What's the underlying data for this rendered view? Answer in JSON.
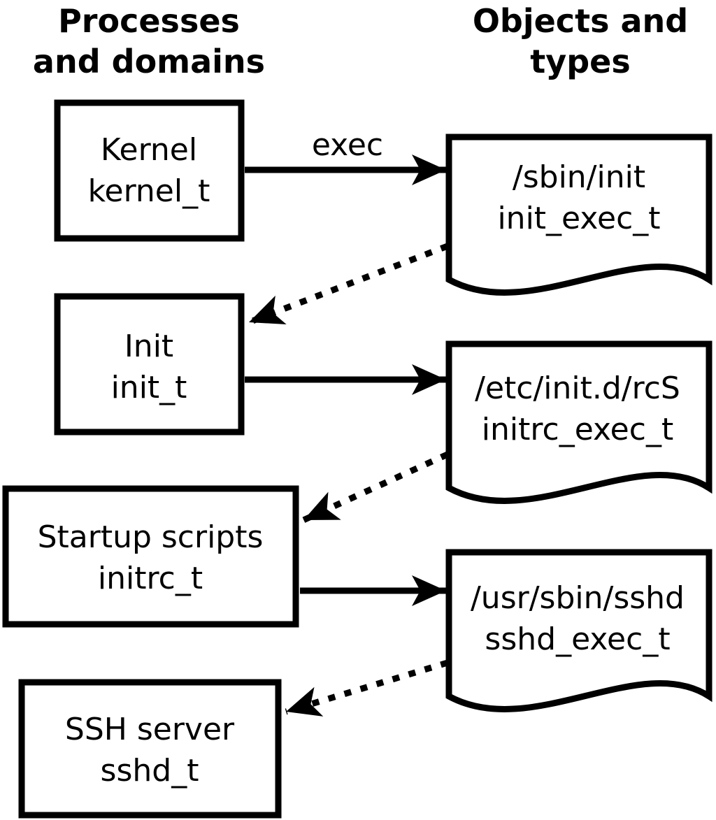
{
  "columns": {
    "left_header": {
      "line1": "Processes",
      "line2": "and domains"
    },
    "right_header": {
      "line1": "Objects and",
      "line2": "types"
    }
  },
  "process_boxes": [
    {
      "name": "Kernel",
      "type": "kernel_t"
    },
    {
      "name": "Init",
      "type": "init_t"
    },
    {
      "name": "Startup scripts",
      "type": "initrc_t"
    },
    {
      "name": "SSH server",
      "type": "sshd_t"
    }
  ],
  "object_documents": [
    {
      "path": "/sbin/init",
      "type": "init_exec_t"
    },
    {
      "path": "/etc/init.d/rcS",
      "type": "initrc_exec_t"
    },
    {
      "path": "/usr/sbin/sshd",
      "type": "sshd_exec_t"
    }
  ],
  "arrow_labels": {
    "exec": "exec"
  },
  "colors": {
    "stroke": "#000000",
    "text": "#000000",
    "background": "#ffffff"
  }
}
